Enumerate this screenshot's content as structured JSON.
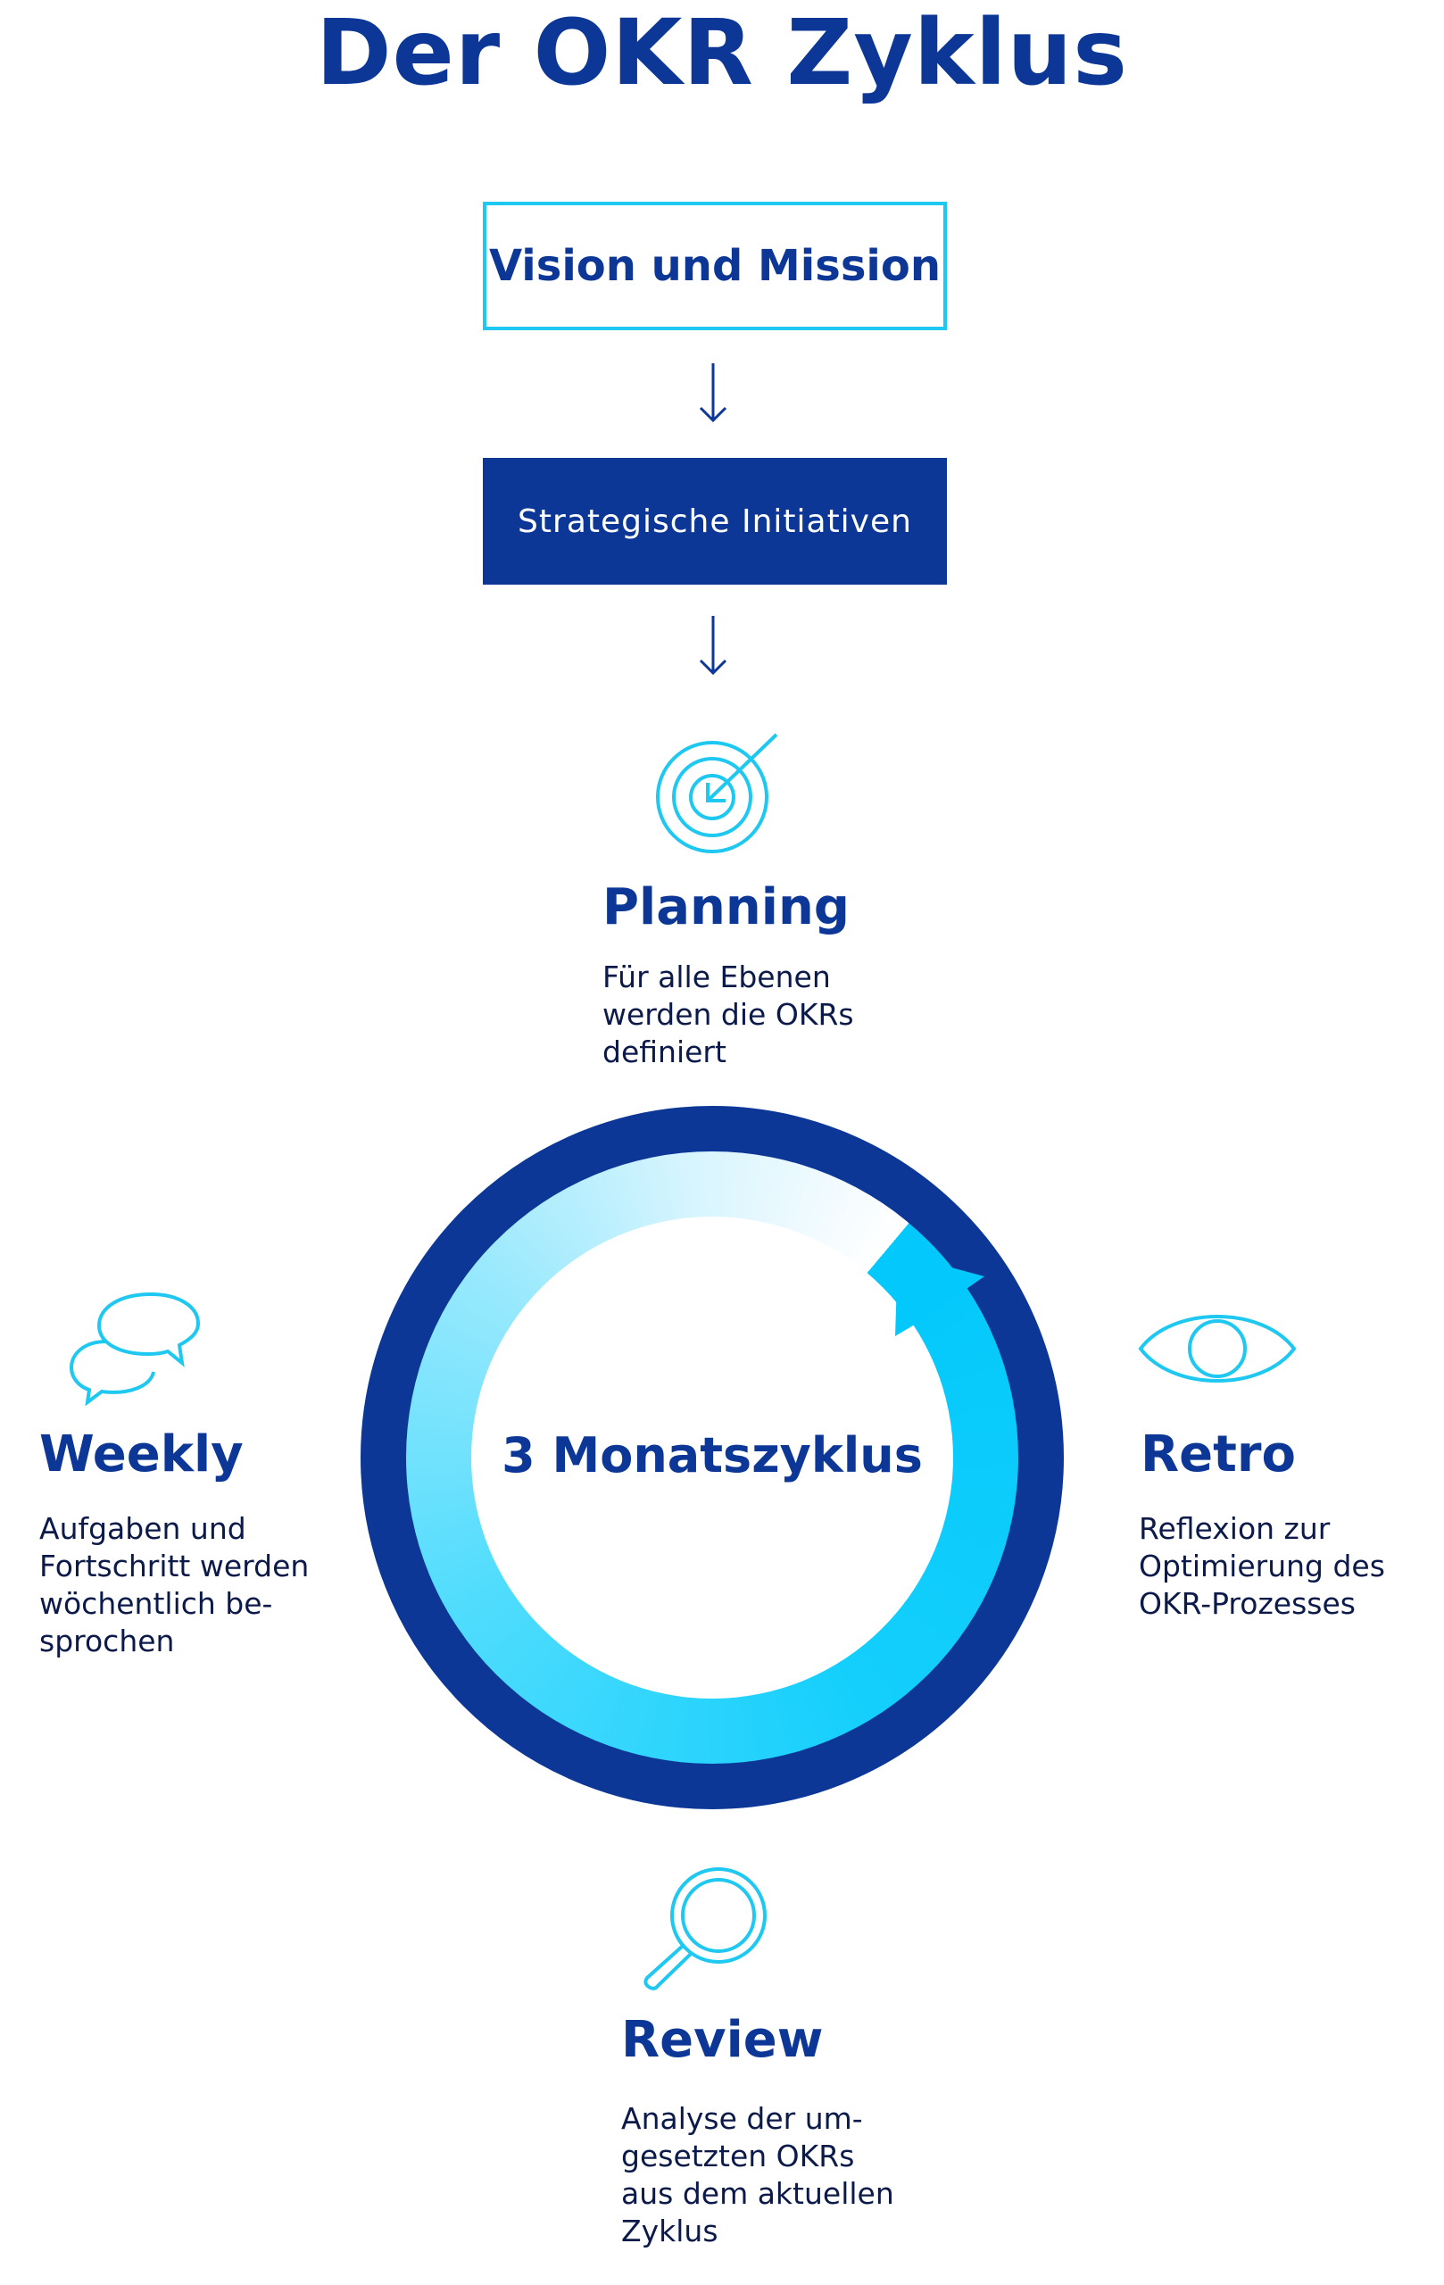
{
  "title": "Der OKR Zyklus",
  "vision_box": "Vision und Mission",
  "strategy_box": "Strategische Initiativen",
  "cycle_label": "3 Monatszyklus",
  "phases": {
    "planning": {
      "title": "Planning",
      "icon": "target-icon",
      "lines": [
        "Für alle Ebenen",
        "werden die OKRs",
        "definiert"
      ]
    },
    "weekly": {
      "title": "Weekly",
      "icon": "speech-bubbles-icon",
      "lines": [
        "Aufgaben und",
        "Fortschritt werden",
        "wöchentlich be-",
        "sprochen"
      ]
    },
    "retro": {
      "title": "Retro",
      "icon": "eye-icon",
      "lines": [
        "Reflexion zur",
        "Optimierung des",
        "OKR-Prozesses"
      ]
    },
    "review": {
      "title": "Review",
      "icon": "magnifier-icon",
      "lines": [
        "Analyse der um-",
        "gesetzten OKRs",
        "aus dem aktuellen",
        "Zyklus"
      ]
    }
  },
  "colors": {
    "navy": "#0c3796",
    "cyan": "#1ec8f0",
    "arrow": "#02c8fb"
  }
}
